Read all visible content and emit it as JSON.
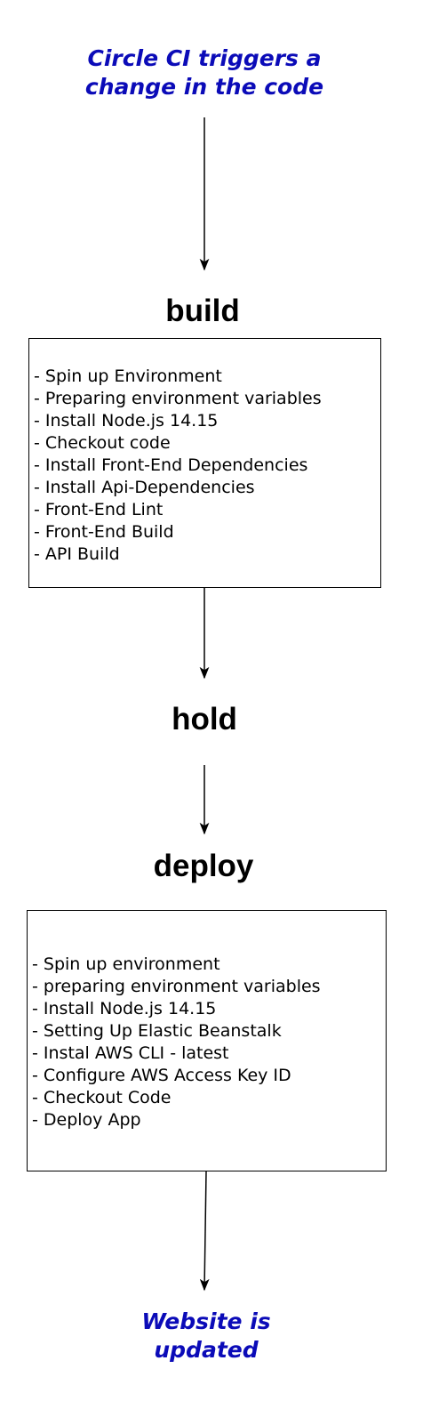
{
  "start_caption": [
    "Circle CI triggers a",
    "change in the code"
  ],
  "end_caption": [
    "Website is",
    "updated"
  ],
  "stages": {
    "build": {
      "title": "build",
      "steps": [
        "- Spin up Environment",
        "- Preparing environment variables",
        "- Install Node.js 14.15",
        "- Checkout code",
        "- Install Front-End Dependencies",
        "- Install Api-Dependencies",
        "- Front-End Lint",
        "- Front-End Build",
        "- API Build"
      ]
    },
    "hold": {
      "title": "hold"
    },
    "deploy": {
      "title": "deploy",
      "steps": [
        "- Spin up environment",
        "- preparing environment variables",
        "- Install Node.js 14.15",
        "- Setting Up Elastic Beanstalk",
        "- Instal AWS CLI - latest",
        "- Configure AWS Access Key ID",
        "- Checkout Code",
        "- Deploy App"
      ]
    }
  },
  "colors": {
    "caption": "#0b0bb8",
    "line": "#000000"
  }
}
